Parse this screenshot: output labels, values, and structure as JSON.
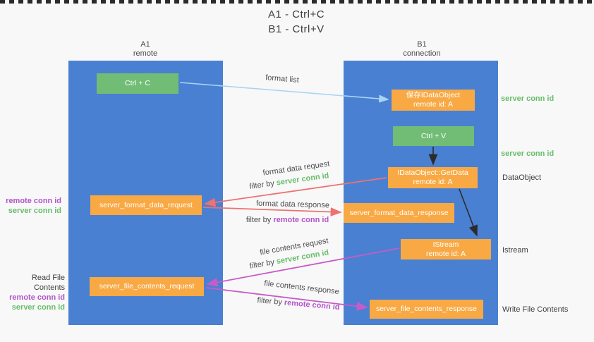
{
  "title": {
    "line1": "A1 - Ctrl+C",
    "line2": "B1 - Ctrl+V"
  },
  "columns": {
    "left": {
      "id": "A1",
      "name": "remote"
    },
    "right": {
      "id": "B1",
      "name": "connection"
    }
  },
  "boxes": {
    "ctrl_c": "Ctrl + C",
    "ctrl_v": "Ctrl + V",
    "save_dataobject": {
      "line1": "保存IDataObject",
      "line2": "remote id: A"
    },
    "getdata": {
      "line1": "IDataObject::GetData",
      "line2": "remote id: A"
    },
    "istream": {
      "line1": "IStream",
      "line2": "remote id: A"
    },
    "server_format_data_request": "server_format_data_request",
    "server_format_data_response": "server_format_data_response",
    "server_file_contents_request": "server_file_contents_request",
    "server_file_contents_response": "server_file_contents_response"
  },
  "side_labels": {
    "server_conn_id": "server conn id",
    "remote_conn_id": "remote conn id",
    "read_file_contents": "Read File Contents",
    "write_file_contents": "Write File Contents",
    "dataobject": "DataObject",
    "istream": "Istream"
  },
  "arrow_labels": {
    "format_list": "format list",
    "format_data_request": "format data request",
    "format_data_response": "format data response",
    "file_contents_request": "file contents request",
    "file_contents_response": "file contents response",
    "filter_by": "filter by",
    "server_conn_id": "server conn id",
    "remote_conn_id": "remote conn id"
  },
  "colors": {
    "column_blue": "#4a80d2",
    "box_green": "#72bd75",
    "box_orange": "#f8a944",
    "arrow_blue": "#a9d5f2",
    "arrow_red": "#ed7272",
    "arrow_magenta": "#c75bc7",
    "arrow_black": "#2b2b2b",
    "text_green": "#67bd6b",
    "text_purple": "#b353cb"
  }
}
